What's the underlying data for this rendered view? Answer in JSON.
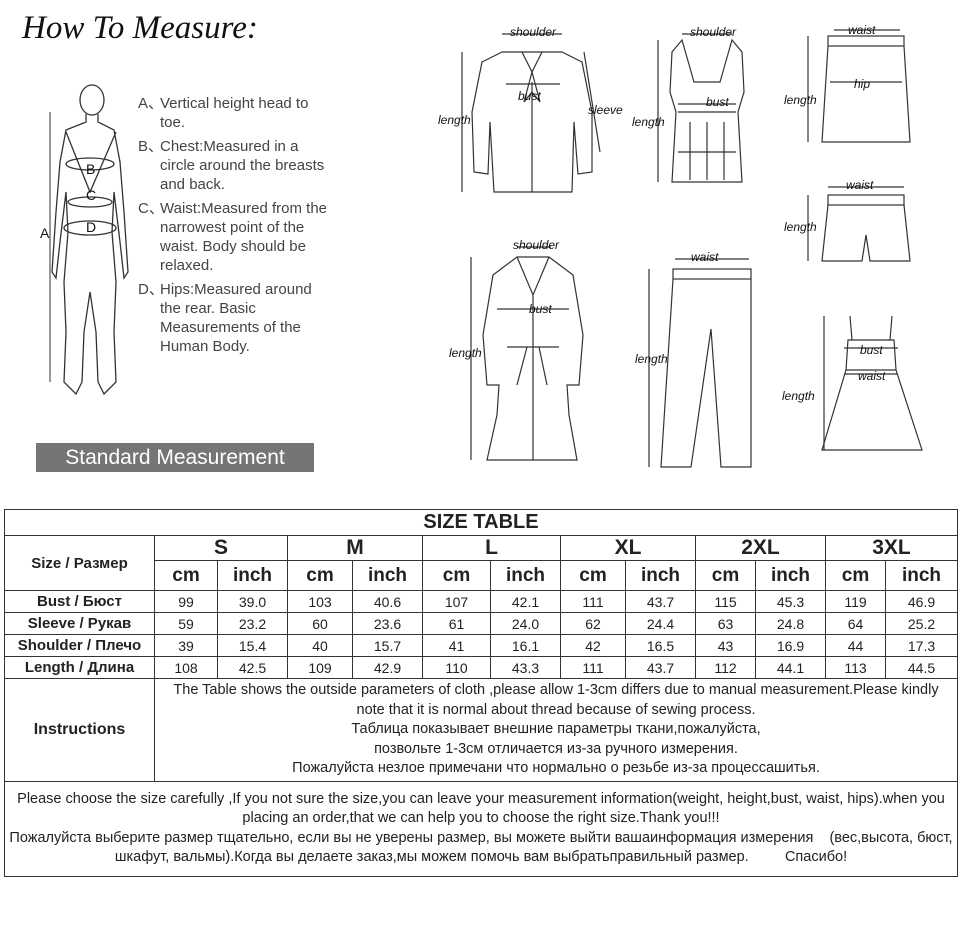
{
  "header": {
    "title": "How To Measure:"
  },
  "body_figure": {
    "marks": [
      "A",
      "B",
      "C",
      "D"
    ]
  },
  "legend": [
    {
      "key": "A、",
      "text": "Vertical height head to toe."
    },
    {
      "key": "B、",
      "text": "Chest:Measured in a circle around the breasts and back."
    },
    {
      "key": "C、",
      "text": "Waist:Measured from the narrowest point of the waist. Body should be relaxed."
    },
    {
      "key": "D、",
      "text": "Hips:Measured around the rear. Basic Measurements of the Human Body."
    }
  ],
  "badge": {
    "label": "Standard Measurement"
  },
  "garments": {
    "blouse": {
      "shoulder": "shoulder",
      "bust": "bust",
      "sleeve": "sleeve",
      "length": "length"
    },
    "vest": {
      "shoulder": "shoulder",
      "bust": "bust",
      "length": "length"
    },
    "skirt": {
      "waist": "waist",
      "hip": "hip",
      "length": "length"
    },
    "shorts": {
      "waist": "waist",
      "length": "length"
    },
    "coat": {
      "shoulder": "shoulder",
      "bust": "bust",
      "length": "length"
    },
    "pants": {
      "waist": "waist",
      "length": "length"
    },
    "dress": {
      "bust": "bust",
      "waist": "waist",
      "length": "length"
    }
  },
  "colors": {
    "badge_bg": "#757575",
    "line": "#333333"
  },
  "table": {
    "title": "SIZE TABLE",
    "size_label": "Size / Размер",
    "sizes": [
      "S",
      "M",
      "L",
      "XL",
      "2XL",
      "3XL"
    ],
    "units": [
      "cm",
      "inch"
    ],
    "rows": [
      {
        "label": "Bust / Бюст",
        "values": [
          "99",
          "39.0",
          "103",
          "40.6",
          "107",
          "42.1",
          "111",
          "43.7",
          "115",
          "45.3",
          "119",
          "46.9"
        ]
      },
      {
        "label": "Sleeve / Рукав",
        "values": [
          "59",
          "23.2",
          "60",
          "23.6",
          "61",
          "24.0",
          "62",
          "24.4",
          "63",
          "24.8",
          "64",
          "25.2"
        ]
      },
      {
        "label": "Shoulder / Плечо",
        "values": [
          "39",
          "15.4",
          "40",
          "15.7",
          "41",
          "16.1",
          "42",
          "16.5",
          "43",
          "16.9",
          "44",
          "17.3"
        ]
      },
      {
        "label": "Length / Длина",
        "values": [
          "108",
          "42.5",
          "109",
          "42.9",
          "110",
          "43.3",
          "111",
          "43.7",
          "112",
          "44.1",
          "113",
          "44.5"
        ]
      }
    ],
    "instructions_label": "Instructions",
    "instructions": [
      "The Table shows the outside parameters of cloth ,please allow 1-3cm differs due to manual measurement.Please kindly note that it is normal about thread because of sewing process.",
      "Таблица показывает внешние параметры ткани,пожалуйста,",
      "позвольте 1-3см отличается из-за ручного измерения.",
      "Пожалуйста незлое примечани что нормально о резьбе из-за процессашитья."
    ],
    "note": [
      "Please choose the size carefully ,If you not sure the size,you can leave your measurement information(weight, height,bust, waist, hips).when you placing an order,that we can help you to choose the right size.Thank you!!!",
      "Пожалуйста выберите размер тщательно, если вы не уверены размер, вы можете выйти вашаинформация измерения    (вес,высота, бюст, шкафут, вальмы).Когда вы делаете заказ,мы можем помочь вам выбратьправильный размер.         Спасибо!"
    ]
  }
}
